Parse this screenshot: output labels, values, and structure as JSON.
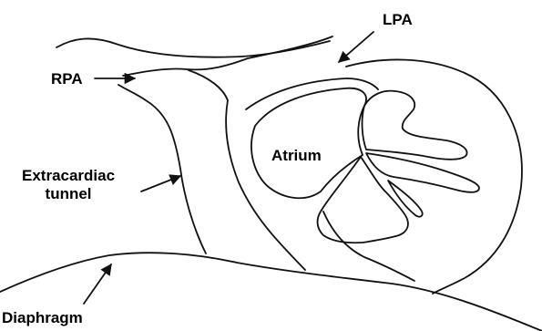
{
  "labels": {
    "lpa": "LPA",
    "rpa": "RPA",
    "atrium": "Atrium",
    "extracardiac_tunnel": "Extracardiac\ntunnel",
    "diaphragm": "Diaphragm"
  },
  "colors": {
    "line": "#111111",
    "background": "#ffffff"
  }
}
